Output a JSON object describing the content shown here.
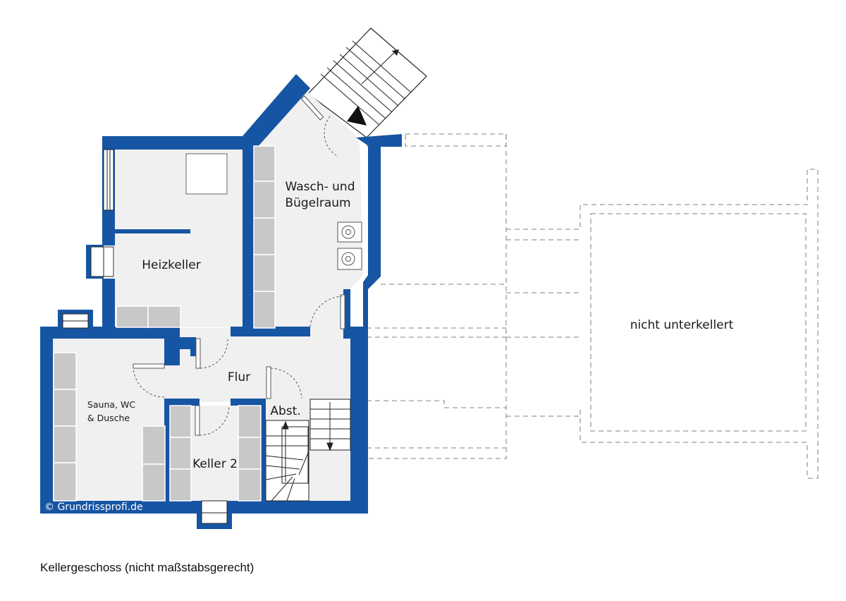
{
  "colors": {
    "wall": "#1655a3",
    "floor": "#f0f0f0",
    "furniture": "#c8c8c8",
    "dashed_outline": "#9a9a9a",
    "text": "#1a1a1a"
  },
  "rooms": {
    "heizkeller": "Heizkeller",
    "wasch_line1": "Wasch- und",
    "wasch_line2": "Bügelraum",
    "flur": "Flur",
    "sauna_line1": "Sauna, WC",
    "sauna_line2": "& Dusche",
    "keller2": "Keller 2",
    "abstell": "Abst.",
    "unterkellert": "nicht unterkellert"
  },
  "copyright": "© Grundrissprofi.de",
  "caption": "Kellergeschoss (nicht maßstabsgerecht)"
}
